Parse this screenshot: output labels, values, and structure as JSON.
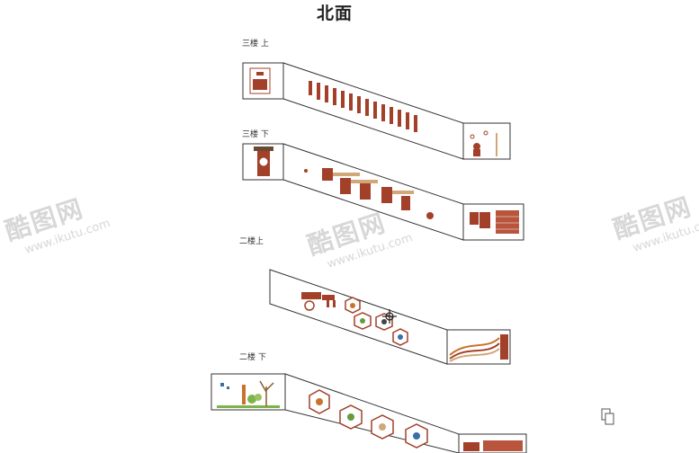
{
  "title": "北面",
  "floors": [
    {
      "label": "三楼 上"
    },
    {
      "label": "三楼 下"
    },
    {
      "label": "二楼上"
    },
    {
      "label": "二楼 下"
    }
  ],
  "watermark": {
    "brand": "酷图网",
    "url": "www.ikutu.com"
  },
  "colors": {
    "accent": "#a3402a",
    "stroke": "#333333",
    "tan": "#d2a679"
  }
}
